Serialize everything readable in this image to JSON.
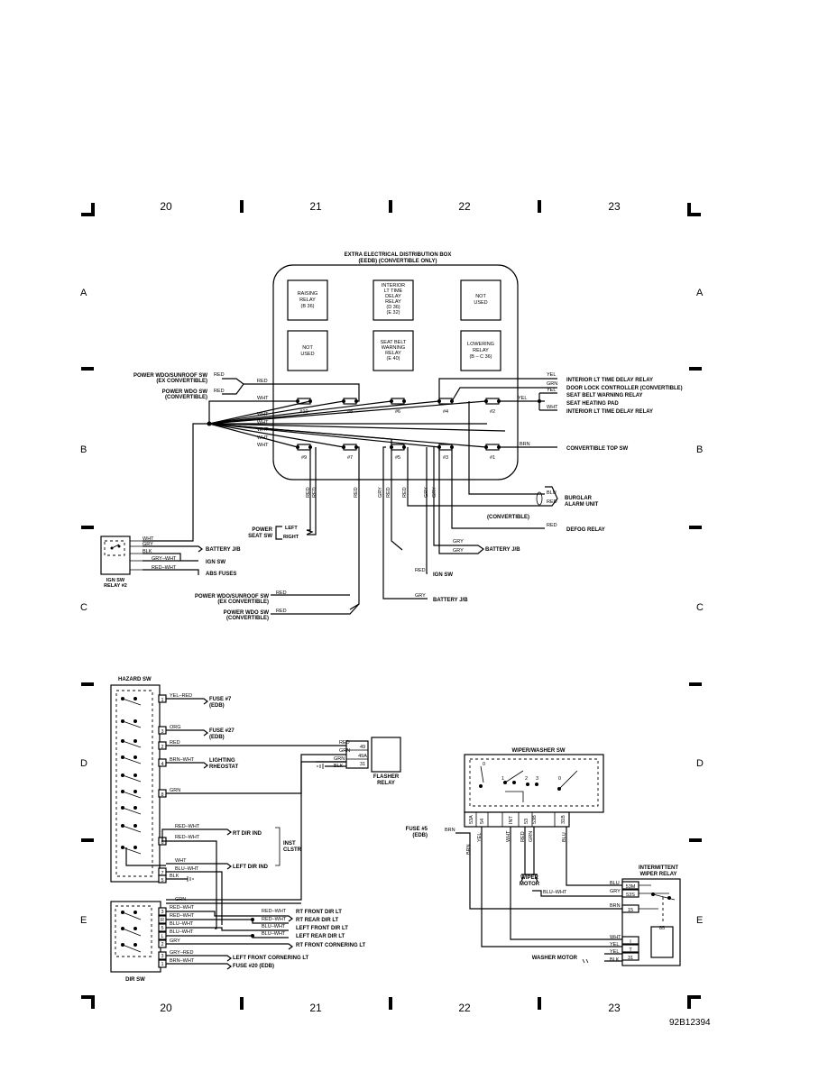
{
  "grid": {
    "columns": [
      "20",
      "21",
      "22",
      "23"
    ],
    "rows": [
      "A",
      "B",
      "C",
      "D",
      "E"
    ]
  },
  "figure_id": "92B12394",
  "eedb": {
    "title": "EXTRA ELECTRICAL DISTRIBUTION BOX",
    "subtitle": "(EEDB) (CONVERTIBLE ONLY)",
    "relays": [
      [
        "RAISING",
        "RELAY",
        "(B 36)"
      ],
      [
        "INTERIOR",
        "LT TIME",
        "DELAY",
        "RELAY",
        "(D 36)",
        "(E 32)"
      ],
      [
        "NOT",
        "USED"
      ],
      [
        "NOT",
        "USED"
      ],
      [
        "SEAT BELT",
        "WARNING",
        "RELAY",
        "(E 40)"
      ],
      [
        "LOWERING",
        "RELAY",
        "(B – C 36)"
      ]
    ],
    "fuses": [
      "#10",
      "#8",
      "#6",
      "#4",
      "#2",
      "#9",
      "#7",
      "#5",
      "#3",
      "#1"
    ]
  },
  "upper_left": {
    "sw1": [
      "POWER WDO/SUNROOF SW",
      "(EX CONVERTIBLE)"
    ],
    "sw2": [
      "POWER WDO SW",
      "(CONVERTIBLE)"
    ],
    "red": "RED",
    "whites": [
      "WHT",
      "WHT",
      "WHT",
      "WHT",
      "WHT",
      "WHT"
    ],
    "seat_sw": [
      "POWER",
      "SEAT SW"
    ],
    "left": "LEFT",
    "right": "RIGHT",
    "vert_wires": [
      "RED",
      "RED",
      "RED",
      "GRY",
      "RED",
      "RED",
      "GRY",
      "GRY"
    ]
  },
  "ign_relay": {
    "label": [
      "IGN SW",
      "RELAY #2"
    ],
    "wires": [
      "WHT",
      "GRY",
      "BLK",
      "GRY–WHT",
      "RED–WHT"
    ],
    "dest": [
      "BATTERY J/B",
      "IGN SW",
      "ABS FUSES"
    ]
  },
  "bottom_left_sw": {
    "sw1": [
      "POWER WDO/SUNROOF SW",
      "(EX CONVERTIBLE)"
    ],
    "sw2": [
      "POWER WDO SW",
      "(CONVERTIBLE)"
    ],
    "red": "RED"
  },
  "right_side": {
    "wires": [
      "YEL",
      "GRN",
      "YEL",
      "YEL",
      "WHT",
      "BRN",
      "BLU",
      "RED",
      "RED",
      "GRY",
      "GRY",
      "RED",
      "GRY"
    ],
    "dest": [
      "INTERIOR LT TIME DELAY RELAY",
      "DOOR LOCK CONTROLLER (CONVERTIBLE)",
      "SEAT BELT WARNING RELAY",
      "SEAT HEATING PAD",
      "INTERIOR LT TIME DELAY RELAY",
      "CONVERTIBLE TOP SW",
      "BURGLAR",
      "ALARM UNIT",
      "(CONVERTIBLE)",
      "DEFOG RELAY",
      "BATTERY J/B",
      "IGN SW",
      "BATTERY J/B"
    ]
  },
  "hazard": {
    "title": "HAZARD SW",
    "pins": [
      "1",
      "3",
      "2",
      "4",
      "8",
      "6",
      "7",
      "5"
    ],
    "wires": [
      "YEL–RED",
      "ORG",
      "RED",
      "BRN–WHT",
      "GRN",
      "RED–WHT",
      "RED–WHT",
      "WHT",
      "BLU–WHT",
      "BLK"
    ],
    "dest": [
      "FUSE #7",
      "(EDB)",
      "FUSE #27",
      "(EDB)",
      "LIGHTING",
      "RHEOSTAT",
      "RT DIR IND",
      "LEFT DIR IND",
      "INST",
      "CLSTR"
    ]
  },
  "flasher": {
    "label": [
      "FLASHER",
      "RELAY"
    ],
    "pins": [
      "49",
      "49A",
      "31"
    ],
    "wires": [
      "RED",
      "GRN",
      "GRN",
      "BLK"
    ]
  },
  "dir_sw": {
    "label": "DIR SW",
    "pins": [
      "3",
      "R",
      "5",
      "L",
      "2",
      "3",
      "1"
    ],
    "wires": [
      "GRN",
      "RED–WHT",
      "RED–WHT",
      "BLU–WHT",
      "BLU–WHT",
      "GRY",
      "GRY–RED",
      "BRN–WHT"
    ],
    "right_wires": [
      "RED–WHT",
      "RED–WHT",
      "BLU–WHT",
      "BLU–WHT"
    ],
    "dest": [
      "RT FRONT DIR LT",
      "RT REAR DIR LT",
      "LEFT FRONT DIR LT",
      "LEFT REAR DIR LT",
      "RT FRONT CORNERING LT",
      "LEFT FRONT CORNERING LT",
      "FUSE #20 (EDB)"
    ]
  },
  "wiper": {
    "title": "WIPER/WASHER SW",
    "positions": [
      "0",
      "1",
      "2",
      "3",
      "0"
    ],
    "pins": [
      "53A",
      "54",
      "INT",
      "53",
      "53B",
      "31B"
    ],
    "fuse": [
      "FUSE #5",
      "(EDB)"
    ],
    "wires": [
      "BRN",
      "BRN",
      "YEL",
      "WHT",
      "RED",
      "GRN",
      "BLU"
    ],
    "motor": [
      "WIPER",
      "MOTOR"
    ],
    "int_relay": [
      "INTERMITTENT",
      "WIPER RELAY"
    ],
    "relay_pins": [
      "53M",
      "53S",
      "15",
      "I",
      "T",
      "31"
    ],
    "relay_wires": [
      "BLU",
      "GRY",
      "BLU–WHT",
      "BRN",
      "WHT",
      "YEL",
      "YEL",
      "BLK"
    ],
    "coil": "85",
    "washer": "WASHER MOTOR"
  }
}
